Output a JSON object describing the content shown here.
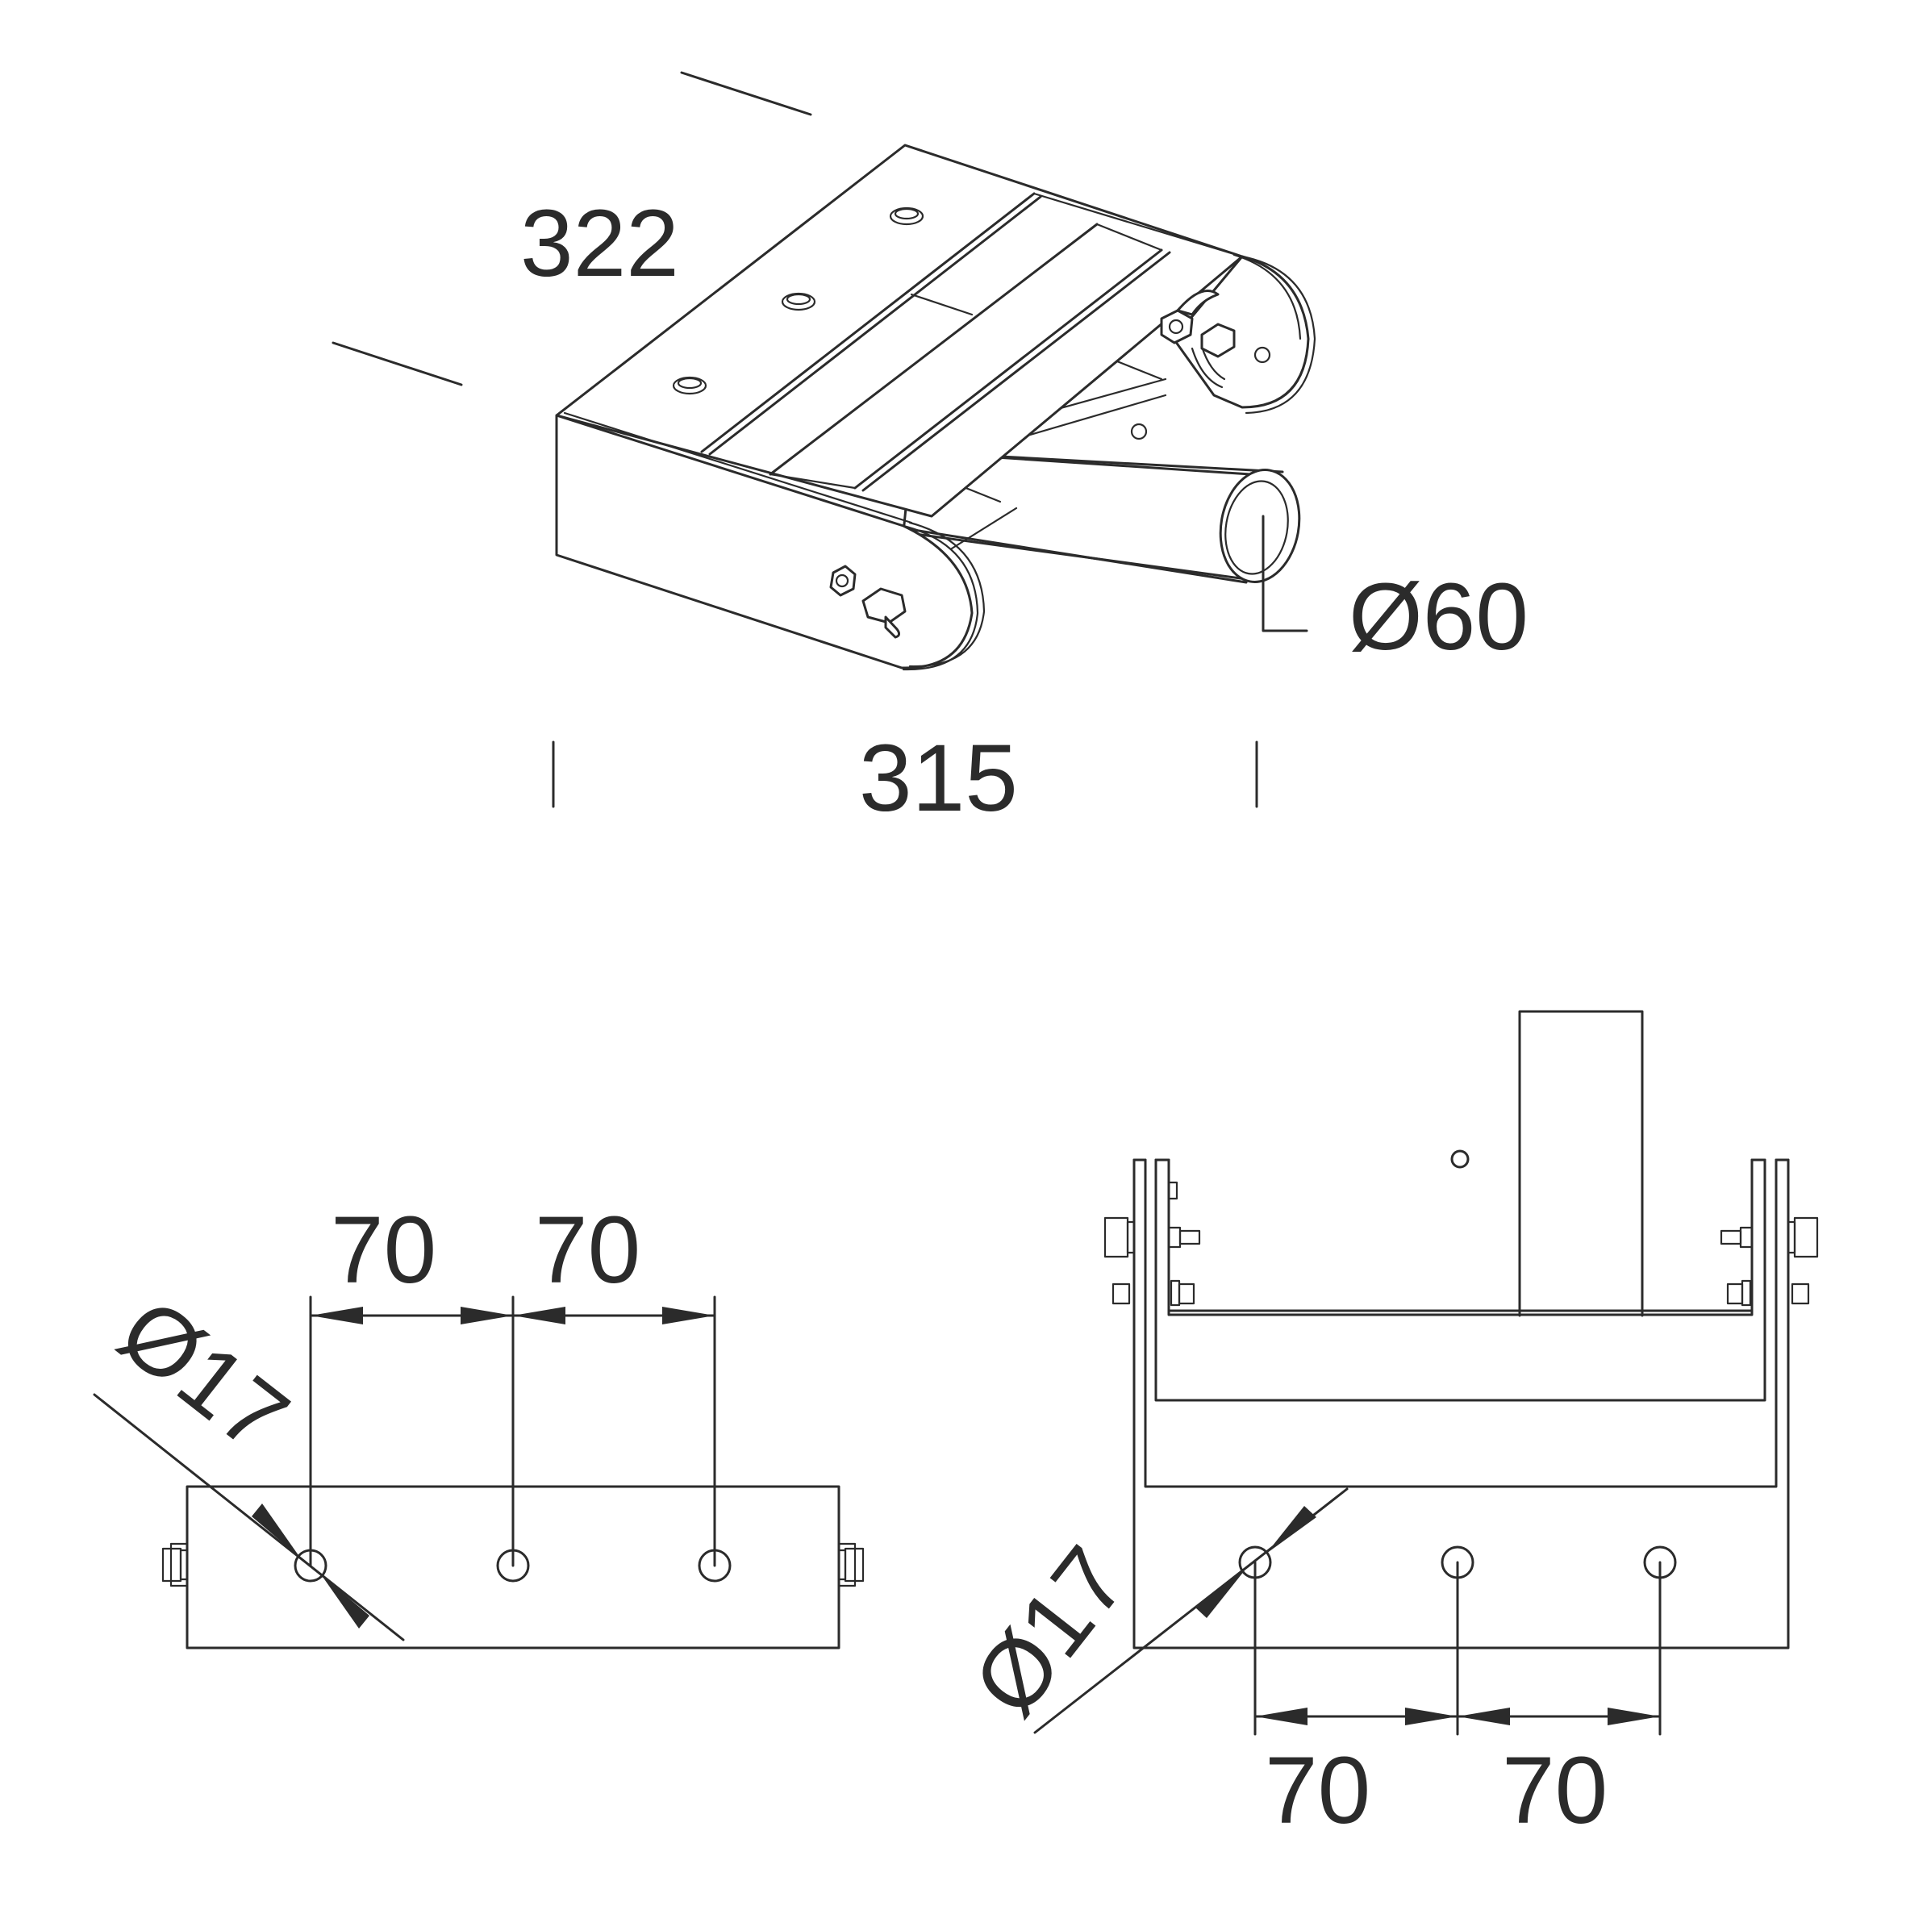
{
  "isometric_view": {
    "dim_depth": "322",
    "dim_width": "315",
    "dim_tube_diameter": "Ø60"
  },
  "bottom_view_left": {
    "dim_spacing_1": "70",
    "dim_spacing_2": "70",
    "dim_hole_diameter": "Ø17"
  },
  "bottom_view_right": {
    "dim_spacing_1": "70",
    "dim_spacing_2": "70",
    "dim_hole_diameter": "Ø17"
  }
}
